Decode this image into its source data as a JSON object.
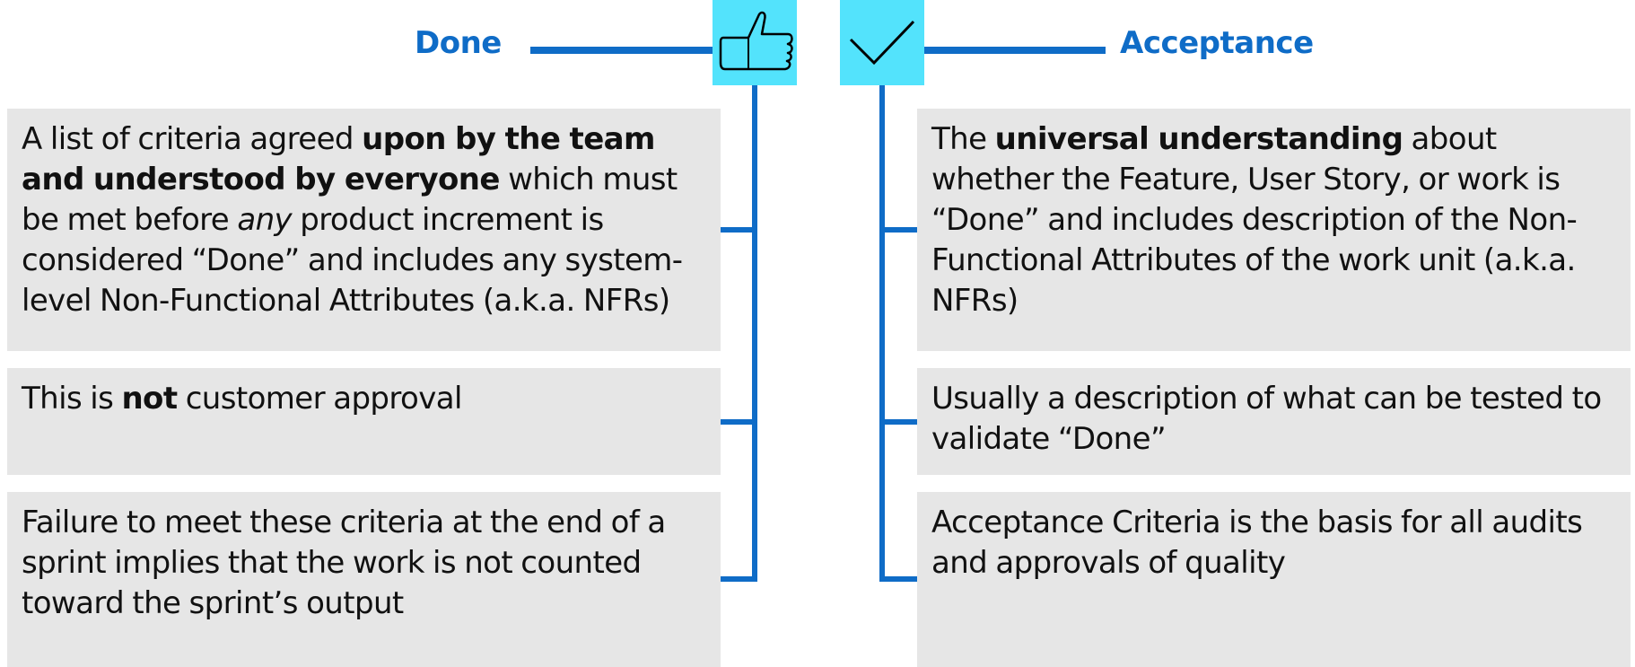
{
  "done": {
    "title": "Done",
    "icon": "thumbs-up-icon",
    "items": [
      {
        "p1": "A list of criteria agreed ",
        "b1": "upon by the team and understood by everyone",
        "p2": " which must be met before ",
        "i1": "any",
        "p3": " product increment is considered “Done” and includes any system-level Non-Functional Attributes (a.k.a. NFRs)"
      },
      {
        "p1": "This is ",
        "b1": "not",
        "p2": " customer approval"
      },
      {
        "p1": "Failure to meet these criteria at the end of a sprint implies that the work is not counted toward the sprint’s output"
      }
    ]
  },
  "acceptance": {
    "title": "Acceptance",
    "icon": "checkmark-icon",
    "items": [
      {
        "p1": "The ",
        "b1": "universal understanding",
        "p2": " about whether the Feature, User Story, or work is “Done” and includes description of the Non-Functional Attributes of the work unit (a.k.a. NFRs)"
      },
      {
        "p1": "Usually a description of what can be tested to validate “Done”"
      },
      {
        "p1": "Acceptance Criteria is the basis for all audits and approvals of quality"
      }
    ]
  },
  "colors": {
    "accent": "#0F6CC7",
    "icon_bg": "#53E3FC",
    "card_bg": "#E6E6E6"
  }
}
